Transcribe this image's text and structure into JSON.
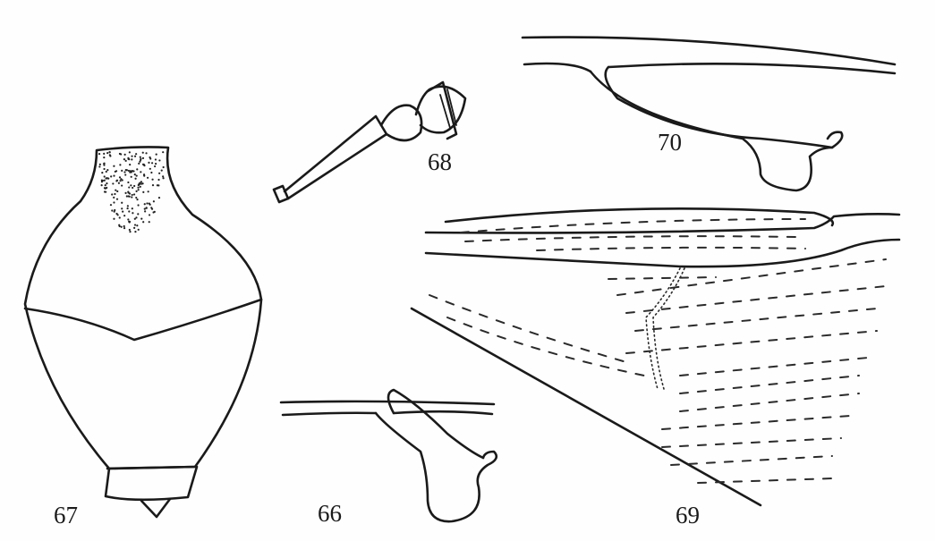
{
  "figure_labels": {
    "fig66": "66",
    "fig67": "67",
    "fig68": "68",
    "fig69": "69",
    "fig70": "70"
  },
  "colors": {
    "ink": "#1a1a1a",
    "paper": "#fefefe"
  }
}
